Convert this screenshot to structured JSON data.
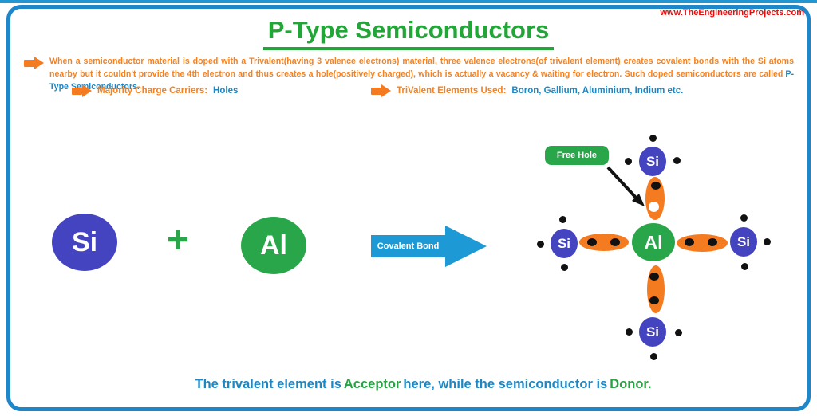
{
  "header": {
    "website": "www.TheEngineeringProjects.com",
    "title": "P-Type Semiconductors"
  },
  "intro": {
    "text": "When a semiconductor material is doped with a Trivalent(having 3 valence electrons) material, three valence electrons(of trivalent element) creates covalent bonds with the Si atoms nearby but it couldn't provide the 4th electron and thus creates a hole(positively charged), which is actually a vacancy & waiting for electron. Such doped semiconductors are called",
    "highlight": "P-Type Semiconductors."
  },
  "bullets": [
    {
      "label": "Majority Charge Carriers:",
      "value": "Holes"
    },
    {
      "label": "TriValent Elements Used:",
      "value": "Boron, Gallium, Aluminium, Indium etc."
    }
  ],
  "equation": {
    "semiconductor_symbol": "Si",
    "plus": "+",
    "dopant_symbol": "Al",
    "arrow_label": "Covalent Bond"
  },
  "lattice": {
    "center_atom": "Al",
    "outer_atom": "Si",
    "free_hole_label": "Free Hole"
  },
  "footer": {
    "text1": "The trivalent element is",
    "accent1": "Acceptor",
    "text2": "here, while the semiconductor is",
    "accent2": "Donor."
  },
  "colors": {
    "frame_blue": "#1d87c9",
    "title_green": "#23a638",
    "arrow_orange": "#f47b20",
    "text_orange": "#f58220",
    "text_blue": "#1d87c4",
    "si_purple": "#4444c0",
    "al_green": "#2aa64a",
    "covalent_arrow_blue": "#1d9ad6",
    "url_red": "#e60c0c"
  }
}
